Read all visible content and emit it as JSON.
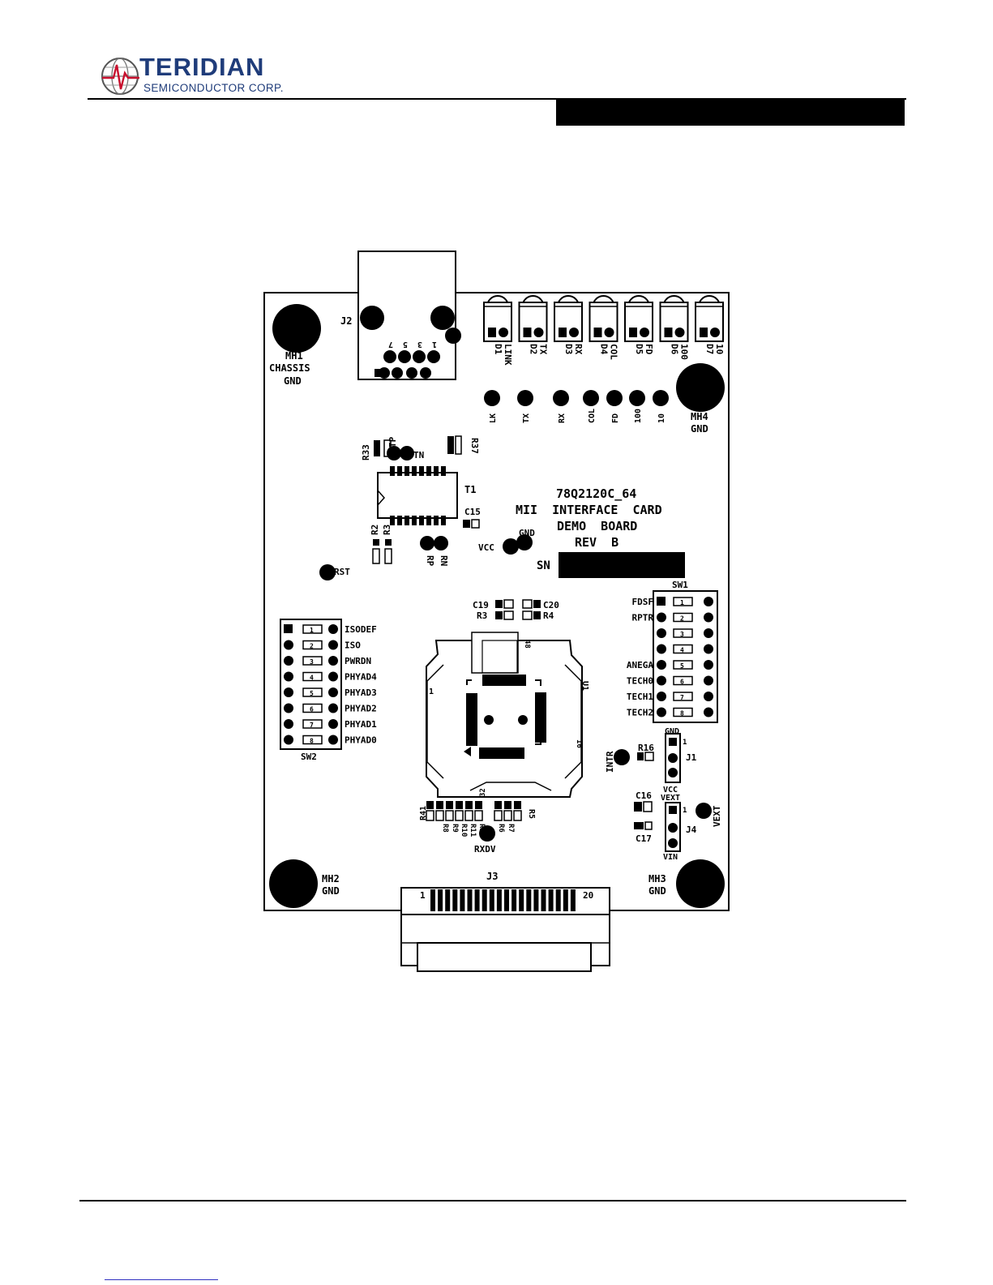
{
  "header": {
    "company": "TERIDIAN",
    "tagline": "SEMICONDUCTOR CORP."
  },
  "board": {
    "title_lines": [
      "78Q2120C_64",
      "MII  INTERFACE  CARD",
      "DEMO  BOARD",
      "REV  B"
    ],
    "serial_label": "SN",
    "mounting_holes": [
      {
        "ref": "MH1",
        "label": "CHASSIS",
        "net": "GND"
      },
      {
        "ref": "MH2",
        "net": "GND"
      },
      {
        "ref": "MH3",
        "net": "GND"
      },
      {
        "ref": "MH4",
        "net": "GND"
      }
    ],
    "leds": [
      {
        "ref": "D1",
        "name": "LINK",
        "tp": "LK"
      },
      {
        "ref": "D2",
        "name": "TX",
        "tp": "TX"
      },
      {
        "ref": "D3",
        "name": "RX",
        "tp": "RX"
      },
      {
        "ref": "D4",
        "name": "COL",
        "tp": "COL"
      },
      {
        "ref": "D5",
        "name": "FD",
        "tp": "FD"
      },
      {
        "ref": "D6",
        "name": "100",
        "tp": "100"
      },
      {
        "ref": "D7",
        "name": "10",
        "tp": "10"
      }
    ],
    "rj45": {
      "ref": "J2",
      "pins": [
        "7",
        "5",
        "3",
        "1"
      ]
    },
    "transformer": {
      "ref": "T1",
      "labels": [
        "R33",
        "TP",
        "TN",
        "R37",
        "C15",
        "R2",
        "R3",
        "RP",
        "RN"
      ]
    },
    "power_tps": {
      "vcc": "VCC",
      "gnd": "GND"
    },
    "reset_tp": "RST",
    "sw1": {
      "ref": "SW1",
      "labels": [
        "FDSF",
        "RPTR",
        "",
        "",
        "ANEGA",
        "TECH0",
        "TECH1",
        "TECH2"
      ],
      "nums": [
        "1",
        "2",
        "3",
        "4",
        "5",
        "6",
        "7",
        "8"
      ]
    },
    "sw2": {
      "ref": "SW2",
      "labels": [
        "ISODEF",
        "ISO",
        "PWRDN",
        "PHYAD4",
        "PHYAD3",
        "PHYAD2",
        "PHYAD1",
        "PHYAD0"
      ],
      "nums": [
        "1",
        "2",
        "3",
        "4",
        "5",
        "6",
        "7",
        "8"
      ]
    },
    "ic": {
      "ref": "U1",
      "pin1": "1",
      "pin_marks": [
        "16",
        "32",
        "48"
      ]
    },
    "caps": {
      "c19": "C19",
      "c20": "C20",
      "r3": "R3",
      "r4": "R4",
      "c16": "C16",
      "c17": "C17",
      "r16": "R16"
    },
    "intr_tp": "INTR",
    "j1": {
      "ref": "J1",
      "top": "GND",
      "bottom": "VCC",
      "pin1": "1"
    },
    "j4": {
      "ref": "J4",
      "top": "VEXT",
      "bottom": "VIN",
      "pin1": "1"
    },
    "vext_tp": "VEXT",
    "resistor_labels": [
      "R41",
      "R8",
      "R9",
      "R10",
      "R11",
      "R12",
      "R6",
      "R7",
      "R5"
    ],
    "rxdv_tp": "RXDV",
    "j3": {
      "ref": "J3",
      "pin_first": "1",
      "pin_last": "20"
    }
  }
}
